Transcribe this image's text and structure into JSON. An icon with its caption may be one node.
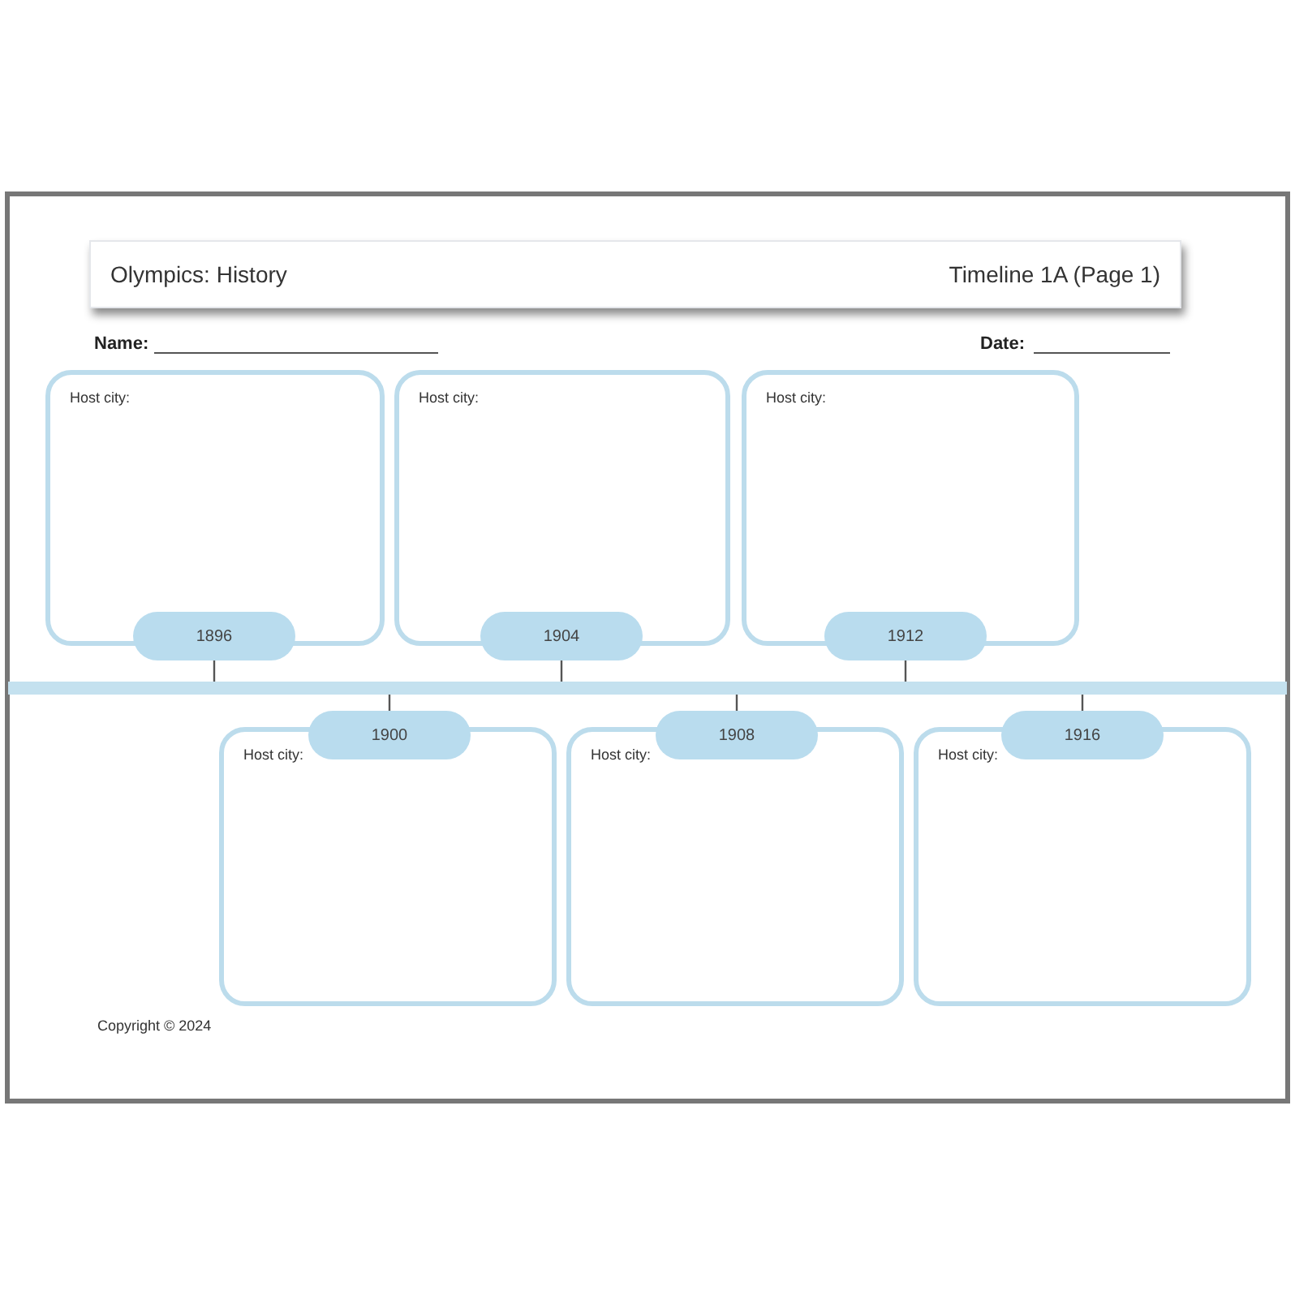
{
  "diagram": {
    "nodes": [
      {
        "text": [
          "Olympics: History",
          "Timeline 1A (Page 1)"
        ]
      },
      {
        "text": [
          "Host city:"
        ]
      },
      {
        "text": [
          "1896"
        ]
      },
      {
        "text": [
          "Host city:"
        ]
      },
      {
        "text": [
          "1904"
        ]
      },
      {
        "text": [
          "Host city:"
        ]
      },
      {
        "text": [
          "1912"
        ]
      },
      {
        "text": [],
        "shape": "bar"
      },
      {
        "text": [
          "1900"
        ]
      },
      {
        "text": [
          "Host city:"
        ]
      },
      {
        "text": [
          "1908"
        ]
      },
      {
        "text": [
          "Host city:"
        ]
      },
      {
        "text": [
          "1916"
        ]
      },
      {
        "text": [
          "Host city:"
        ]
      }
    ],
    "edges": [
      {
        "from": 2,
        "to": 7,
        "arrow": "none"
      },
      {
        "from": 4,
        "to": 7,
        "arrow": "none"
      },
      {
        "from": 6,
        "to": 7,
        "arrow": "none"
      },
      {
        "from": 7,
        "to": 8,
        "arrow": "none"
      },
      {
        "from": 7,
        "to": 10,
        "arrow": "none"
      },
      {
        "from": 7,
        "to": 12,
        "arrow": "none"
      }
    ],
    "labels": [
      "Name:",
      "Date:",
      "Copyright © 2024"
    ]
  }
}
